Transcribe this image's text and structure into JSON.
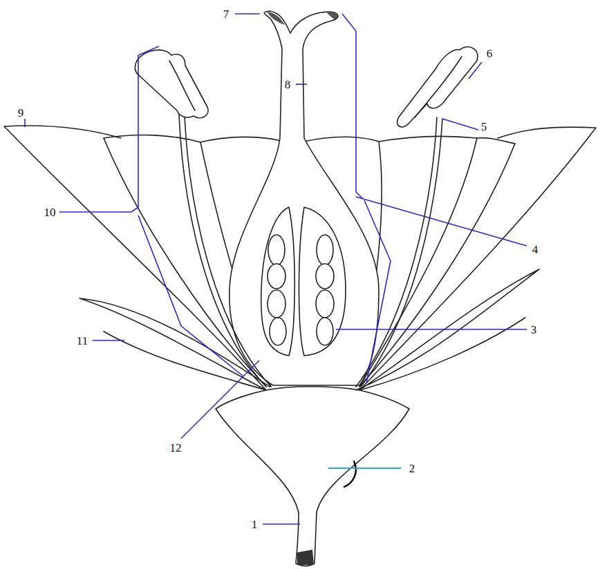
{
  "diagram": {
    "labels": [
      "7",
      "6",
      "9",
      "8",
      "5",
      "10",
      "4",
      "11",
      "3",
      "12",
      "2",
      "1"
    ]
  }
}
